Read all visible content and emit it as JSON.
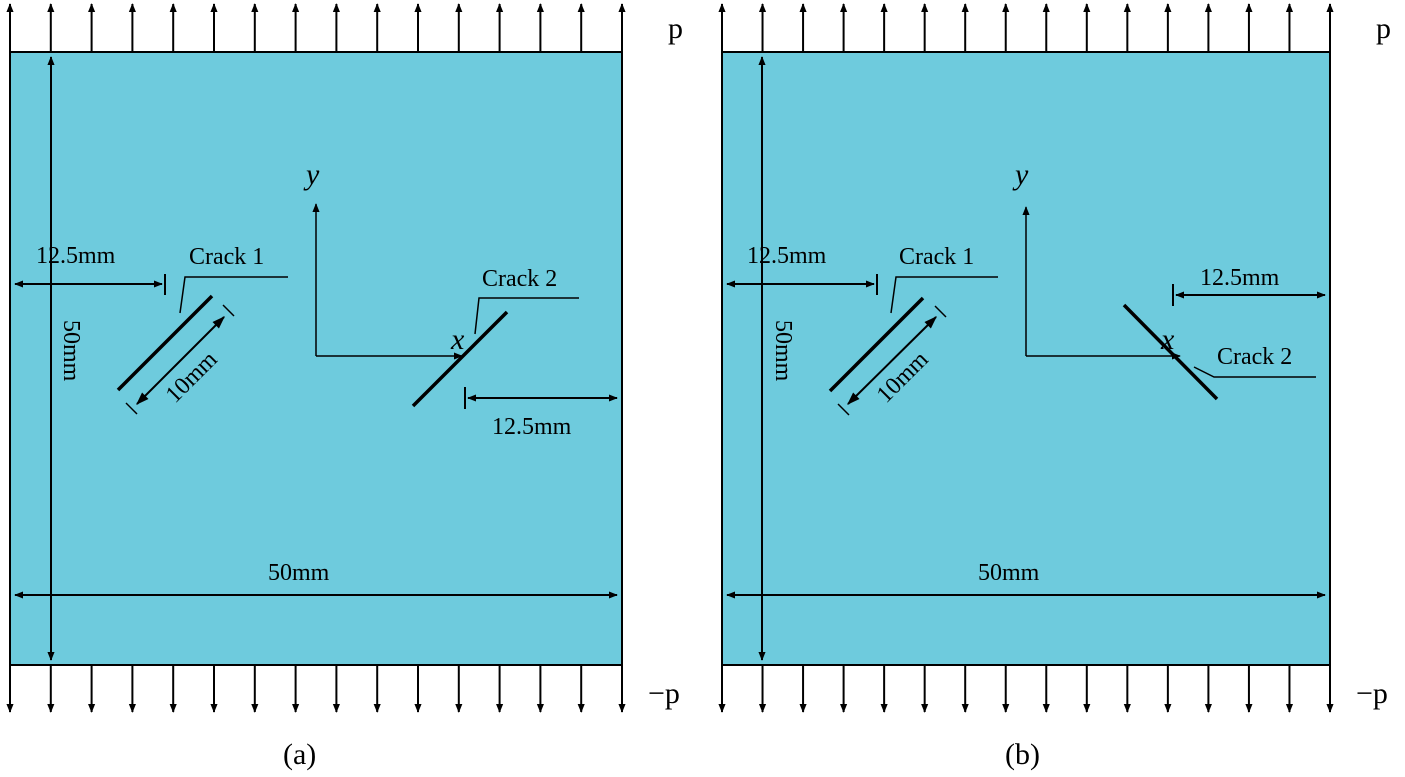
{
  "colors": {
    "plate": "#6ECBDD",
    "stroke": "#000000",
    "background": "#FFFFFF"
  },
  "panels": [
    {
      "caption": "(a)",
      "load_top": "p",
      "load_bottom": "−p",
      "axis_x": "x",
      "axis_y": "y",
      "crack1_label": "Crack 1",
      "crack2_label": "Crack 2",
      "dim_left": "12.5mm",
      "dim_right": "12.5mm",
      "dim_height": "50mm",
      "dim_width": "50mm",
      "dim_crack": "10mm"
    },
    {
      "caption": "(b)",
      "load_top": "p",
      "load_bottom": "−p",
      "axis_x": "x",
      "axis_y": "y",
      "crack1_label": "Crack 1",
      "crack2_label": "Crack 2",
      "dim_left": "12.5mm",
      "dim_right": "12.5mm",
      "dim_height": "50mm",
      "dim_width": "50mm",
      "dim_crack": "10mm"
    }
  ]
}
